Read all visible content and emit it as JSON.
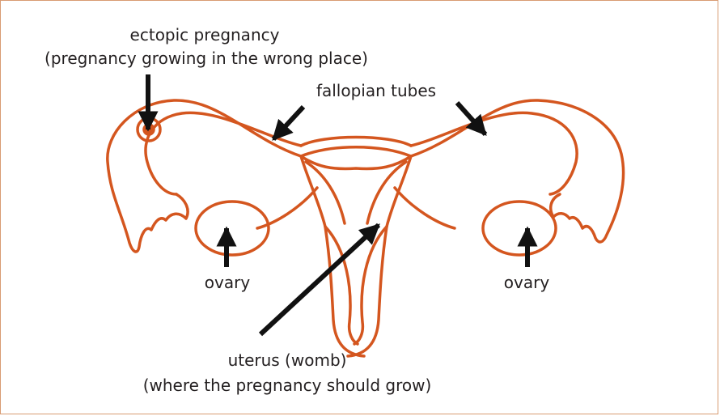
{
  "colors": {
    "anatomy": "#d4561f",
    "arrow": "#111111",
    "text": "#231f20",
    "frame": "#d89b72"
  },
  "labels": {
    "ectopic_title": "ectopic pregnancy",
    "ectopic_desc": "(pregnancy growing in the wrong place)",
    "fallopian": "fallopian tubes",
    "ovary_left": "ovary",
    "ovary_right": "ovary",
    "uterus_title": "uterus (womb)",
    "uterus_desc": "(where the pregnancy should grow)"
  }
}
